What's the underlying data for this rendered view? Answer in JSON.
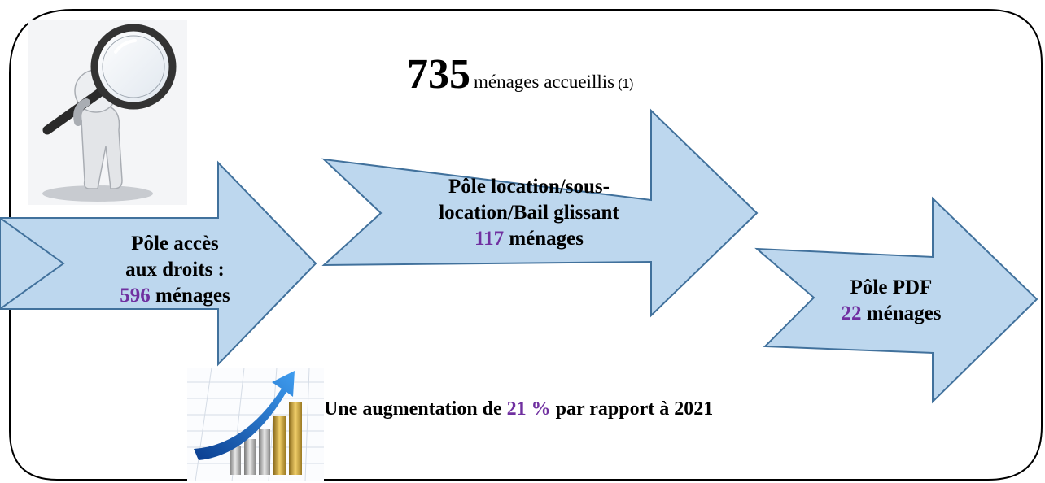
{
  "header": {
    "total_number": "735",
    "total_label": "ménages accueillis",
    "total_note": "(1)"
  },
  "arrows": [
    {
      "title_line1": "Pôle accès",
      "title_line2": "aux droits :",
      "count": "596",
      "unit": "ménages"
    },
    {
      "title_line1": "Pôle location/sous-",
      "title_line2": "location/Bail glissant",
      "count": "117",
      "unit": "ménages"
    },
    {
      "title_line1": "Pôle PDF",
      "count": "22",
      "unit": "ménages"
    }
  ],
  "footer": {
    "prefix": "Une augmentation de",
    "percent": "21 %",
    "suffix": "par rapport à 2021"
  },
  "icons": {
    "top_left": "magnifying-glass-figure-icon",
    "bottom": "growth-chart-icon"
  },
  "colors": {
    "arrow_fill": "#bdd7ee",
    "arrow_stroke": "#41719c",
    "highlight": "#7030a0",
    "frame": "#000000"
  }
}
